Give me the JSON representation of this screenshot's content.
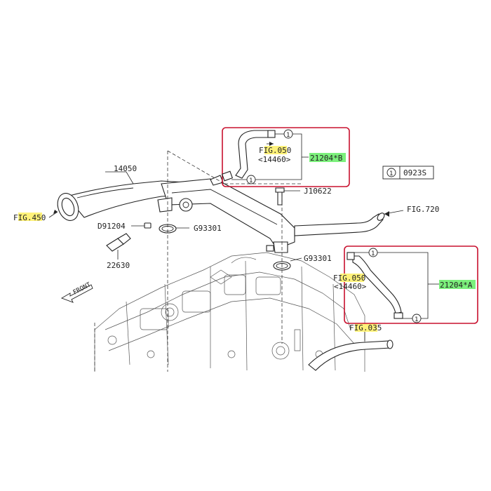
{
  "labels": {
    "part_14050": "14050",
    "fig_450_prefix": "F",
    "fig_450_hl": "IG.45",
    "fig_450_suffix": "0",
    "part_d91204": "D91204",
    "part_g93301_top": "G93301",
    "part_22630": "22630",
    "front": "FRONT",
    "part_j10622": "J10622",
    "fig_720": "FIG.720",
    "part_g93301_bottom": "G93301",
    "fig_035_prefix": "F",
    "fig_035_hl": "IG.03",
    "fig_035_suffix": "5"
  },
  "box_top": {
    "fig_prefix": "F",
    "fig_hl": "IG.05",
    "fig_suffix": "0",
    "ref": "<14460>",
    "part_hl": "21204*B",
    "callout_1": "1",
    "callout_2": "1"
  },
  "box_bottom": {
    "fig_prefix": "F",
    "fig_hl": "IG.05",
    "fig_suffix": "0",
    "ref": "<14460>",
    "part_hl": "21204*A",
    "callout_1": "1",
    "callout_2": "1"
  },
  "legend": {
    "callout": "1",
    "part": "0923S"
  },
  "colors": {
    "box_border": "#c8102e",
    "highlight_yellow": "#fff27a",
    "highlight_green": "#7cf07c"
  }
}
